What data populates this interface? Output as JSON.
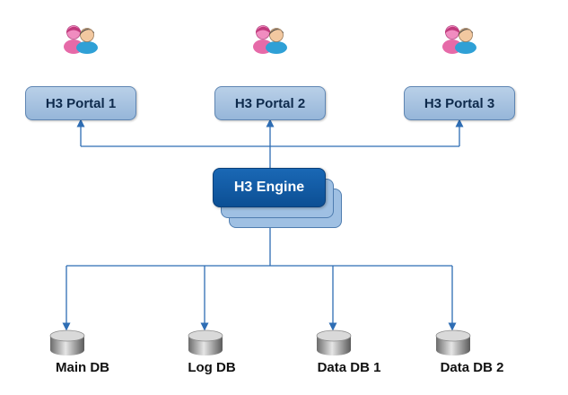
{
  "portals": [
    {
      "label": "H3 Portal 1"
    },
    {
      "label": "H3 Portal 2"
    },
    {
      "label": "H3 Portal 3"
    }
  ],
  "engine": {
    "label": "H3 Engine"
  },
  "databases": [
    {
      "label": "Main DB"
    },
    {
      "label": "Log DB"
    },
    {
      "label": "Data DB 1"
    },
    {
      "label": "Data DB 2"
    }
  ],
  "icons": {
    "users": "users-icon",
    "database": "database-icon"
  },
  "colors": {
    "portal_fill": "#a6c2e2",
    "engine_fill": "#125ca6",
    "connector": "#2e6db4"
  }
}
